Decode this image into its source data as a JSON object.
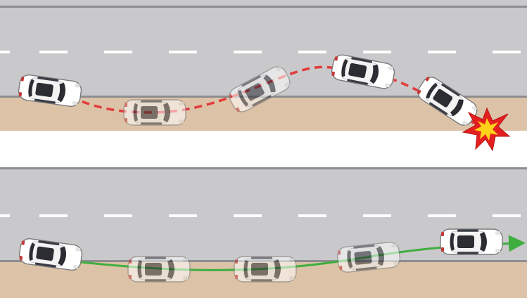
{
  "figure": {
    "panels": [
      {
        "id": "without-assist",
        "outcome": "crash",
        "path_color": "#e23b3b",
        "path_style": "dashed",
        "car_count": 5,
        "end_icon": "explosion-icon"
      },
      {
        "id": "with-assist",
        "outcome": "recovered",
        "path_color": "#3fae3f",
        "path_style": "solid",
        "car_count": 5,
        "end_icon": "arrow-icon"
      }
    ],
    "colors": {
      "road": "#c9c9cb",
      "shoulder": "#dcc3a8",
      "edge_line": "#8d8d8f",
      "lane_marking": "#ffffff",
      "car_body": "#ffffff",
      "car_window": "#2b2d33",
      "explosion_outer": "#e51f1f",
      "explosion_inner": "#ffd21a"
    }
  }
}
